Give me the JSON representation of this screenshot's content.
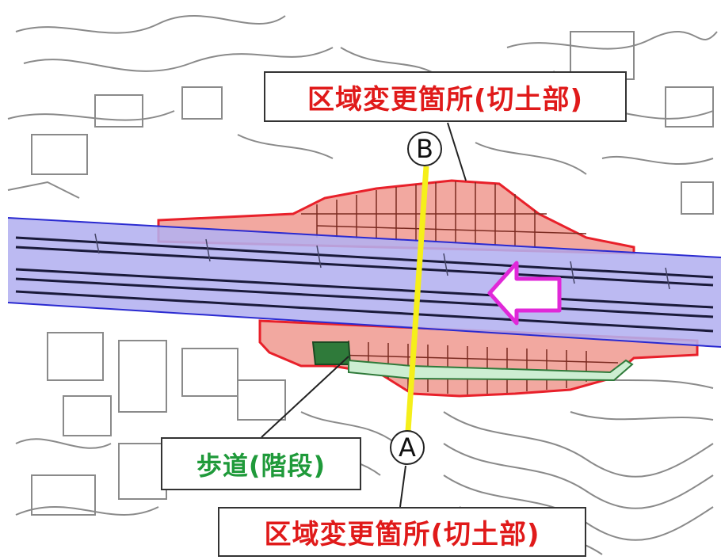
{
  "labels": {
    "upper_change_area": "区域変更箇所(切土部)",
    "lower_change_area": "区域変更箇所(切土部)",
    "sidewalk_stairs": "歩道(階段)"
  },
  "points": {
    "point_a": "A",
    "point_b": "B"
  },
  "icons": {
    "direction_arrow": "left-arrow-icon"
  },
  "colors": {
    "cut_area_fill": "#f2a8a0",
    "cut_area_border": "#e8202a",
    "road_band": "#b3b0f0",
    "road_edge": "#2a2ad0",
    "section_line": "#f5ef1a",
    "arrow_outline": "#e028d8",
    "sidewalk_fill": "#2f7a3a",
    "label_red_text": "#e01a1a",
    "label_green_text": "#1f9a3a"
  }
}
